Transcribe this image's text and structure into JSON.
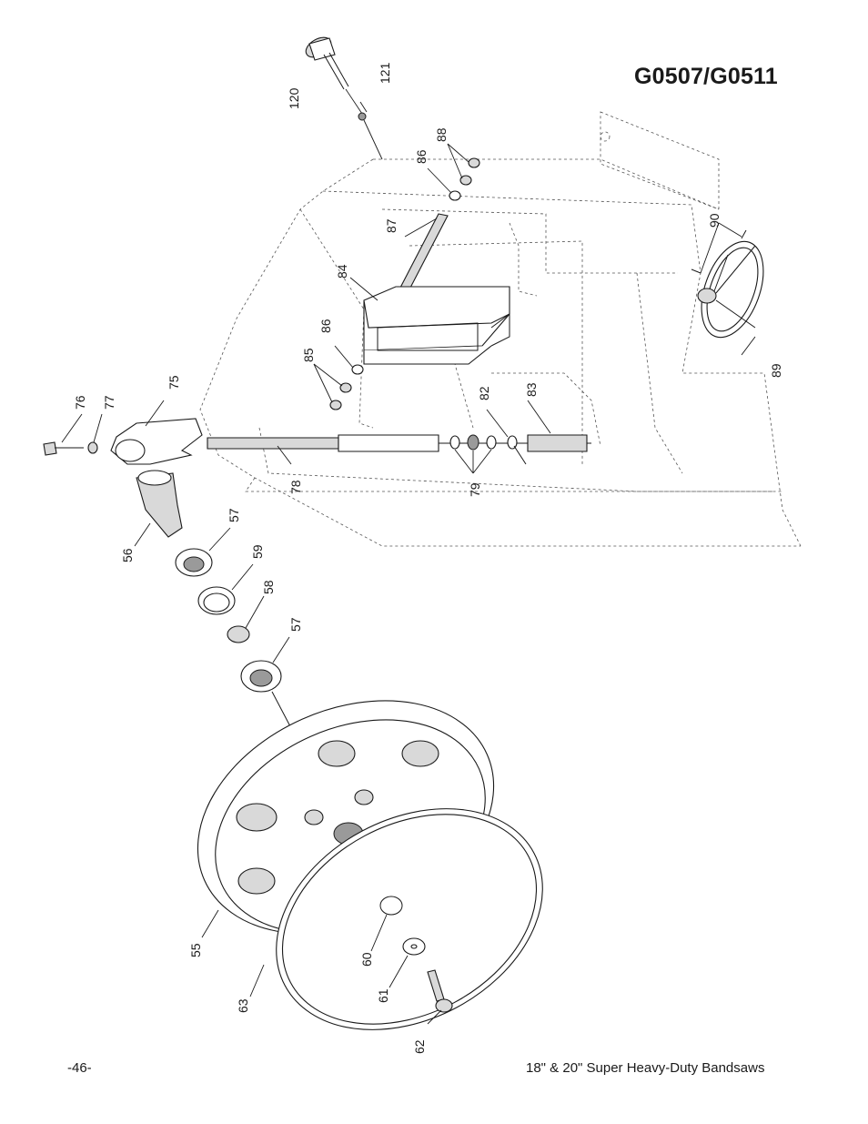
{
  "header": {
    "model": "G0507/G0511"
  },
  "footer": {
    "page_number": "-46-",
    "manual_title": "18\" & 20\" Super Heavy-Duty Bandsaws"
  },
  "callouts": {
    "c55": "55",
    "c56": "56",
    "c57a": "57",
    "c57b": "57",
    "c58": "58",
    "c59": "59",
    "c60": "60",
    "c61": "61",
    "c62": "62",
    "c63": "63",
    "c75": "75",
    "c76": "76",
    "c77": "77",
    "c78": "78",
    "c79": "79",
    "c82": "82",
    "c83": "83",
    "c84": "84",
    "c85": "85",
    "c86a": "86",
    "c86b": "86",
    "c87": "87",
    "c88": "88",
    "c89": "89",
    "c90": "90",
    "c120": "120",
    "c121": "121"
  }
}
